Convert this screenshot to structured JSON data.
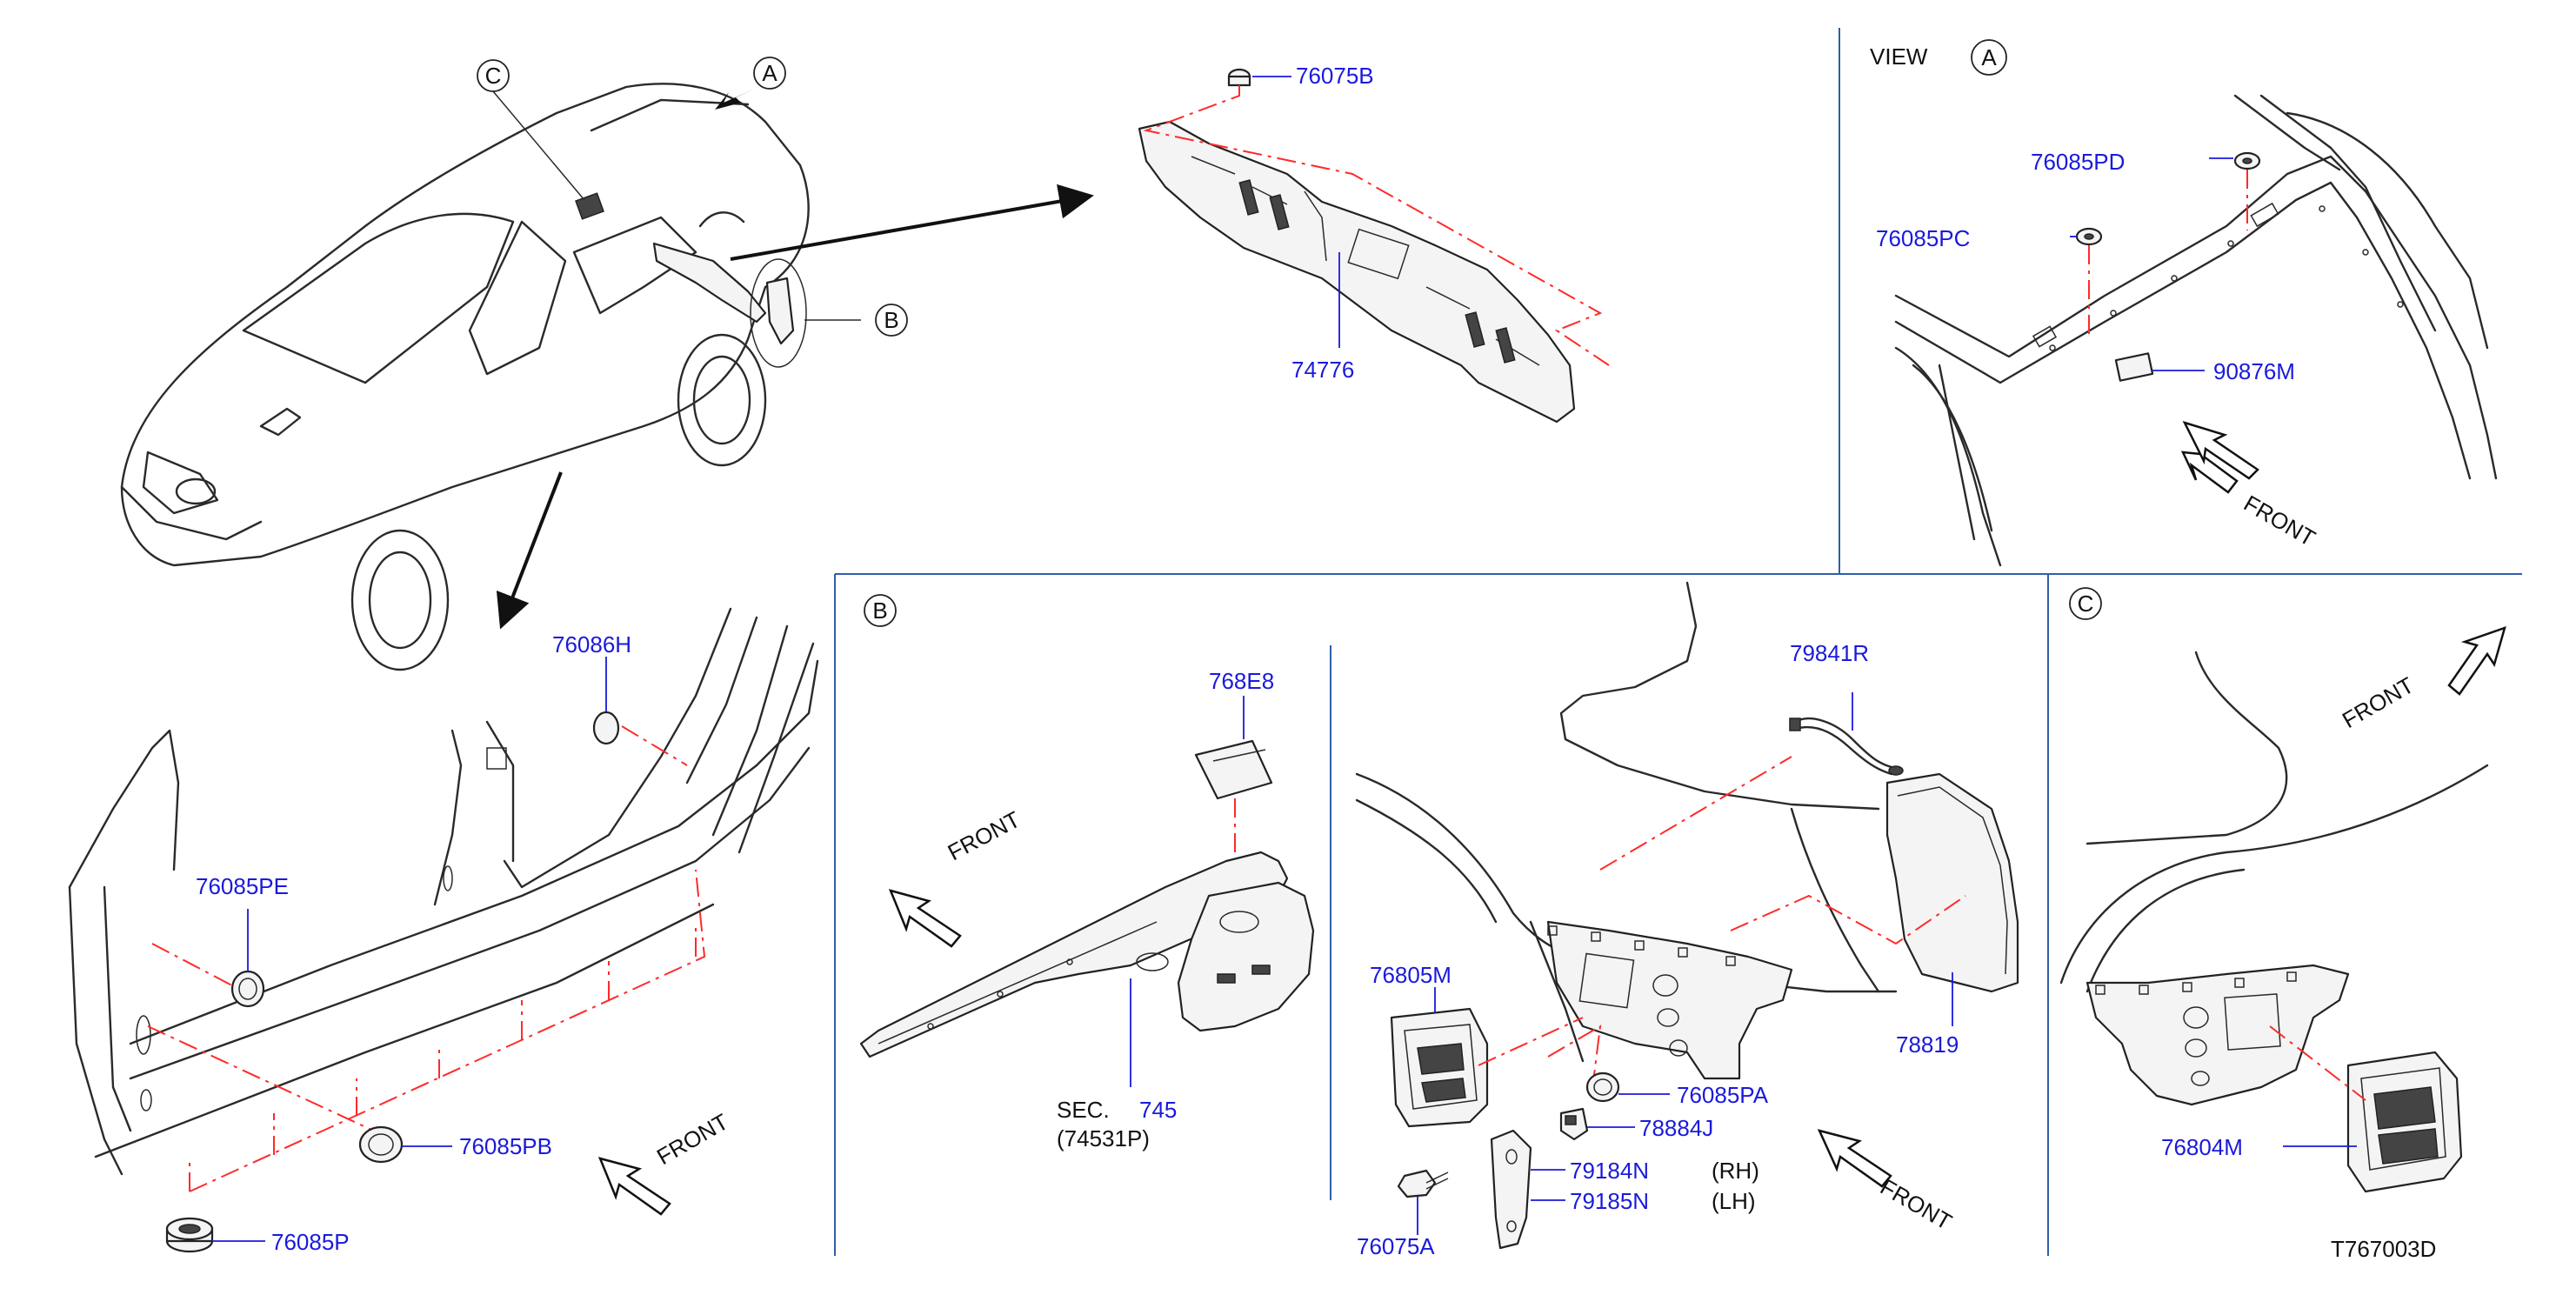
{
  "drawing_id": "T767003D",
  "view_a_label": "VIEW",
  "markers": {
    "a": "A",
    "b": "B",
    "c": "C"
  },
  "front_label": "FRONT",
  "side_labels": {
    "rh": "(RH)",
    "lh": "(LH)"
  },
  "section_ref": {
    "prefix": "SEC.",
    "number": "745",
    "sub": "(74531P)"
  },
  "parts": {
    "p76075B": "76075B",
    "p74776": "74776",
    "p76085PD": "76085PD",
    "p76085PC": "76085PC",
    "p90876M": "90876M",
    "p76086H": "76086H",
    "p76085PE": "76085PE",
    "p76085PB": "76085PB",
    "p76085P": "76085P",
    "p768E8": "768E8",
    "p79841R": "79841R",
    "p76805M": "76805M",
    "p78819": "78819",
    "p76085PA": "76085PA",
    "p78884J": "78884J",
    "p79184N": "79184N",
    "p79185N": "79185N",
    "p76075A": "76075A",
    "p76804M": "76804M"
  }
}
